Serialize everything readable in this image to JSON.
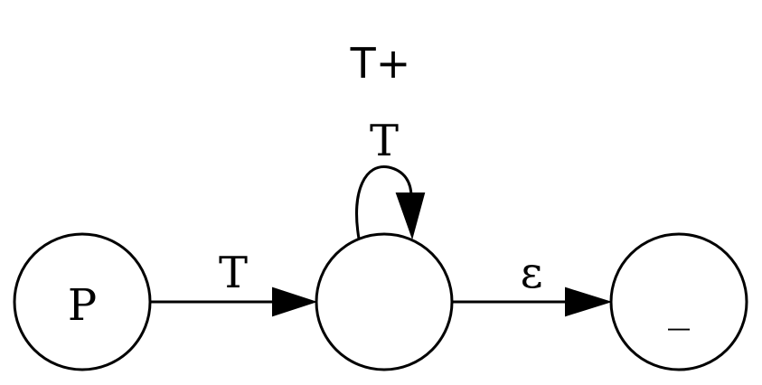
{
  "diagram": {
    "title": "T+",
    "nodes": [
      {
        "id": "start",
        "label": "P"
      },
      {
        "id": "middle",
        "label": ""
      },
      {
        "id": "end",
        "label": "_"
      }
    ],
    "edges": [
      {
        "from": "start",
        "to": "middle",
        "label": "T"
      },
      {
        "from": "middle",
        "to": "middle",
        "label": "T"
      },
      {
        "from": "middle",
        "to": "end",
        "label": "ε"
      }
    ]
  }
}
